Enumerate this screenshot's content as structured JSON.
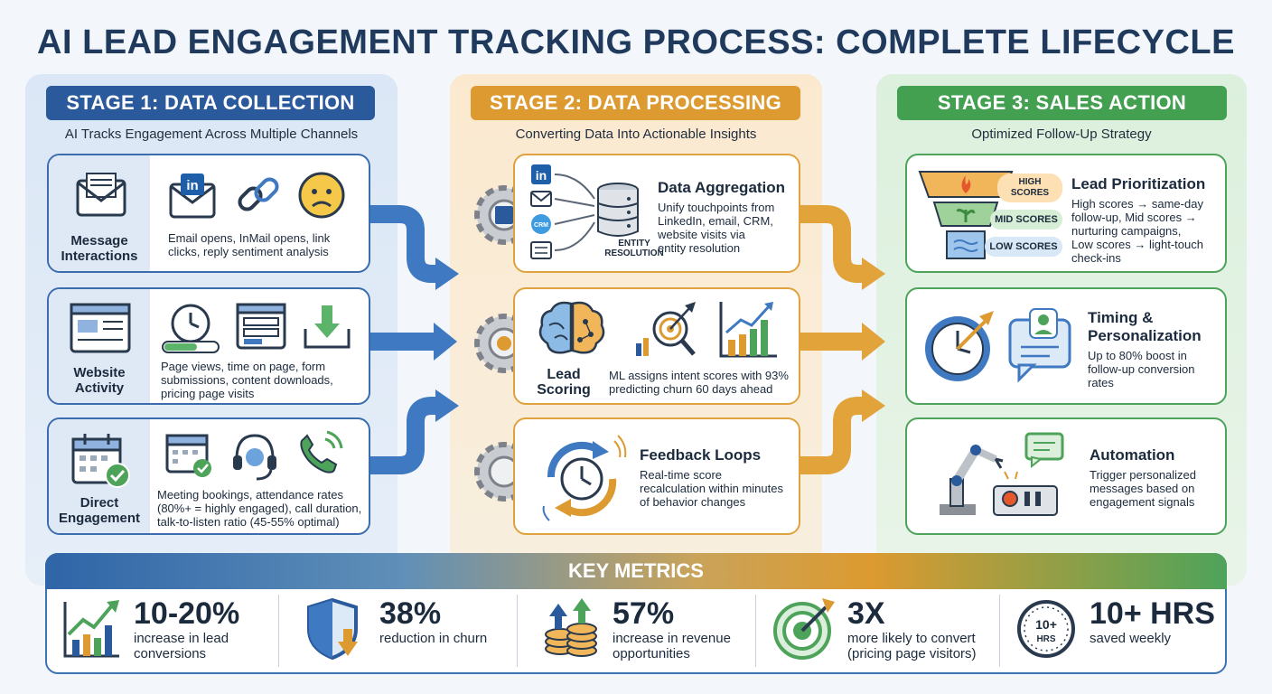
{
  "title": "AI LEAD ENGAGEMENT TRACKING PROCESS: COMPLETE LIFECYCLE",
  "stage1": {
    "banner": "STAGE 1: DATA COLLECTION",
    "subtitle": "AI Tracks Engagement Across Multiple Channels",
    "cards": [
      {
        "label_line1": "Message",
        "label_line2": "Interactions",
        "desc_line1": "Email opens, InMail opens, link",
        "desc_line2": "clicks, reply sentiment analysis",
        "desc_line3": ""
      },
      {
        "label_line1": "Website",
        "label_line2": "Activity",
        "desc_line1": "Page views, time on page, form",
        "desc_line2": "submissions, content downloads,",
        "desc_line3": "pricing page visits"
      },
      {
        "label_line1": "Direct",
        "label_line2": "Engagement",
        "desc_line1": "Meeting bookings, attendance rates",
        "desc_line2": "(80%+ = highly engaged), call duration,",
        "desc_line3": "talk-to-listen ratio (45-55% optimal)"
      }
    ]
  },
  "stage2": {
    "banner": "STAGE 2: DATA PROCESSING",
    "subtitle": "Converting Data Into Actionable Insights",
    "aggregation": {
      "title": "Data Aggregation",
      "desc_line1": "Unify touchpoints from",
      "desc_line2": "LinkedIn, email, CRM,",
      "desc_line3": "website visits via",
      "desc_line4": "entity resolution",
      "icon_label_line1": "ENTITY",
      "icon_label_line2": "RESOLUTION",
      "crm_label": "CRM",
      "linkedin_label": "in"
    },
    "scoring": {
      "label_line1": "Lead",
      "label_line2": "Scoring",
      "desc_line1": "ML assigns intent scores with 93%",
      "desc_line2": "predicting churn 60 days ahead"
    },
    "feedback": {
      "title": "Feedback Loops",
      "desc_line1": "Real-time score",
      "desc_line2": "recalculation within minutes",
      "desc_line3": "of behavior changes"
    }
  },
  "stage3": {
    "banner": "STAGE 3: SALES ACTION",
    "subtitle": "Optimized Follow-Up Strategy",
    "prioritization": {
      "title": "Lead Prioritization",
      "desc_line1": "High scores → same-day",
      "desc_line2": "follow-up, Mid scores →",
      "desc_line3": "nurturing campaigns,",
      "desc_line4": "Low scores → light-touch",
      "desc_line5": "check-ins",
      "high_line1": "HIGH",
      "high_line2": "SCORES",
      "mid": "MID SCORES",
      "low": "LOW SCORES"
    },
    "timing": {
      "title_line1": "Timing &",
      "title_line2": "Personalization",
      "desc_line1": "Up to 80% boost in",
      "desc_line2": "follow-up conversion",
      "desc_line3": "rates"
    },
    "automation": {
      "title": "Automation",
      "desc_line1": "Trigger personalized",
      "desc_line2": "messages based on",
      "desc_line3": "engagement signals"
    }
  },
  "metrics": {
    "heading": "KEY METRICS",
    "items": [
      {
        "value": "10-20%",
        "desc_line1": "increase in lead",
        "desc_line2": "conversions",
        "icon": "growth-chart-icon"
      },
      {
        "value": "38%",
        "desc_line1": "reduction in churn",
        "desc_line2": "",
        "icon": "shield-down-icon"
      },
      {
        "value": "57%",
        "desc_line1": "increase in revenue",
        "desc_line2": "opportunities",
        "icon": "coins-up-icon"
      },
      {
        "value": "3X",
        "desc_line1": "more likely to convert",
        "desc_line2": "(pricing page visitors)",
        "icon": "target-icon"
      },
      {
        "value": "10+ HRS",
        "desc_line1": "saved weekly",
        "desc_line2": "",
        "icon": "clock-badge-icon",
        "badge_line1": "10+",
        "badge_line2": "HRS"
      }
    ]
  },
  "colors": {
    "stage1": "#2a5a9c",
    "stage2": "#dc9a30",
    "stage3": "#43a050",
    "title": "#1f3a5c"
  }
}
